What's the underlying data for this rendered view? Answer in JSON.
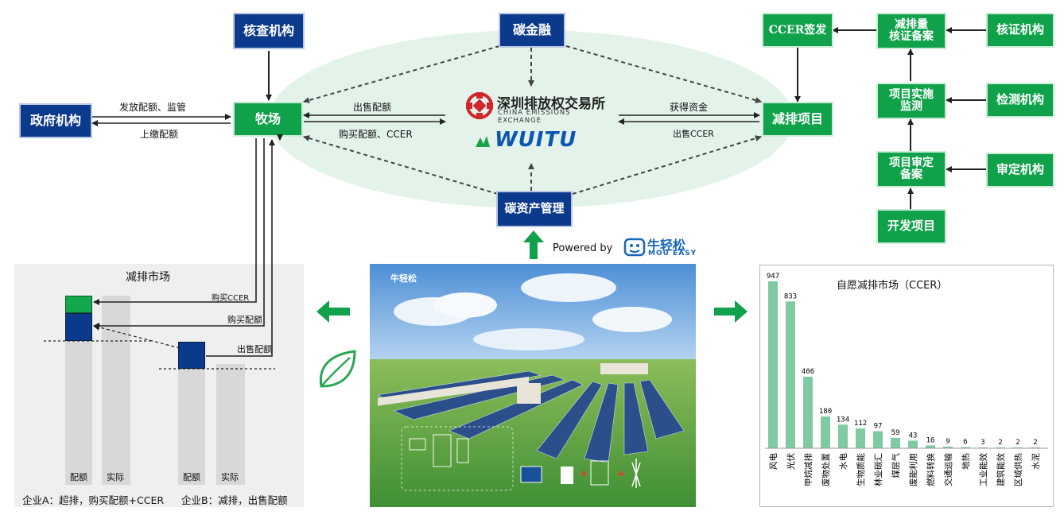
{
  "nodes": {
    "inspection_org": "核查机构",
    "carbon_finance": "碳金融",
    "ccer_issue": "CCER签发",
    "reduction_verify": "减排量\n核证备案",
    "verify_org": "核证机构",
    "government": "政府机构",
    "farm": "牧场",
    "reduction_project": "减排项目",
    "project_monitor": "项目实施\n监测",
    "monitor_org": "检测机构",
    "carbon_asset": "碳资产管理",
    "project_validation": "项目审定\n备案",
    "validation_org": "审定机构",
    "develop_project": "开发项目"
  },
  "edge_labels": {
    "issue_quota": "发放配额、监管",
    "submit_quota": "上缴配额",
    "sell_quota": "出售配额",
    "buy_quota_ccer": "购买配额、CCER",
    "get_funds": "获得资金",
    "sell_ccer": "出售CCER",
    "buy_ccer": "购买CCER",
    "buy_quota": "购买配额",
    "sell_quota2": "出售配额"
  },
  "exchange": {
    "name_cn": "深圳排放权交易所",
    "name_en": "CHINA EMISSIONS EXCHANGE",
    "partner": "WUITU"
  },
  "powered": {
    "text": "Powered by",
    "brand_cn": "牛轻松",
    "brand_en": "MOU EASY"
  },
  "market_panel": {
    "title": "减排市场",
    "bar_quota": "配额",
    "bar_actual": "实际",
    "company_a": "企业A：超排，购买配额+CCER",
    "company_b": "企业B：减排，出售配额"
  },
  "photo": {
    "watermark": "牛轻松"
  },
  "colors": {
    "blue": "#0b3a8c",
    "green": "#0fa24a",
    "ellipse": "#e3f3ea",
    "bar": "#7fcaa3"
  },
  "chart_data": {
    "type": "bar",
    "title": "自愿减排市场（CCER）",
    "categories": [
      "风电",
      "光伏",
      "甲烷减排",
      "废物处置",
      "水电",
      "生物质能",
      "林业碳汇",
      "煤层气",
      "废能利用",
      "燃料转换",
      "交通运输",
      "地热",
      "工业能效",
      "建筑能效",
      "区域供热",
      "水泥"
    ],
    "values": [
      947,
      833,
      406,
      180,
      134,
      112,
      97,
      59,
      43,
      16,
      9,
      6,
      3,
      2,
      2,
      2
    ],
    "ylim": [
      0,
      947
    ]
  }
}
